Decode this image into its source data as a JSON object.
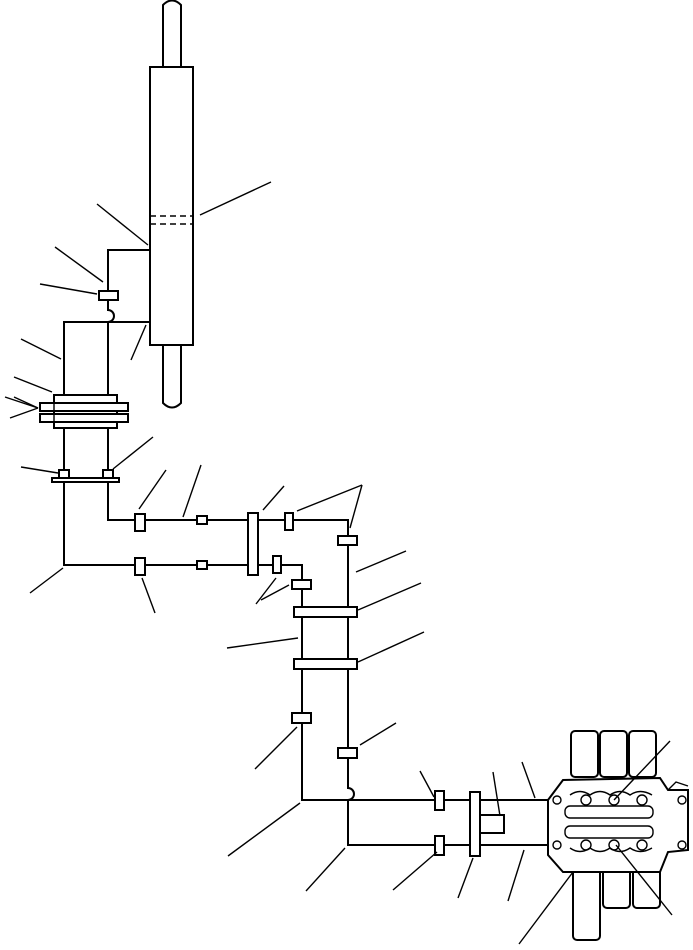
{
  "diagram": {
    "description_visible_text": [],
    "components": {
      "cylinder": "hydraulic-cylinder",
      "clamps": "line-clamps",
      "block": "mounting-block",
      "valve": "control-valve"
    },
    "callout_count": 36
  }
}
